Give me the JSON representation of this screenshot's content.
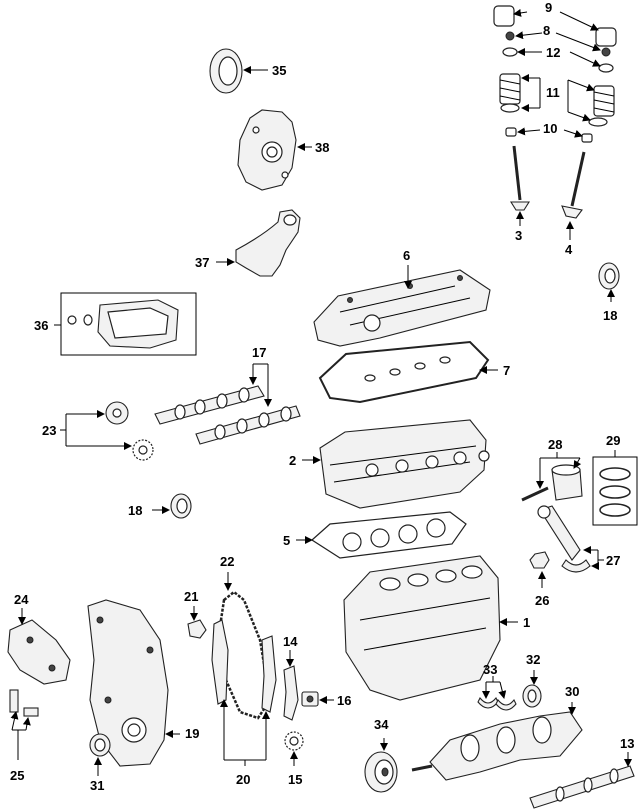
{
  "labels": {
    "l1": "1",
    "l2": "2",
    "l3": "3",
    "l4": "4",
    "l5": "5",
    "l6": "6",
    "l7": "7",
    "l8": "8",
    "l9": "9",
    "l10": "10",
    "l11": "11",
    "l12": "12",
    "l13": "13",
    "l14": "14",
    "l15": "15",
    "l16": "16",
    "l17": "17",
    "l18a": "18",
    "l18b": "18",
    "l19": "19",
    "l20": "20",
    "l21": "21",
    "l22": "22",
    "l23": "23",
    "l24": "24",
    "l25": "25",
    "l26": "26",
    "l27": "27",
    "l28": "28",
    "l29": "29",
    "l30": "30",
    "l31": "31",
    "l32": "32",
    "l33": "33",
    "l34": "34",
    "l35": "35",
    "l36": "36",
    "l37": "37",
    "l38": "38"
  }
}
